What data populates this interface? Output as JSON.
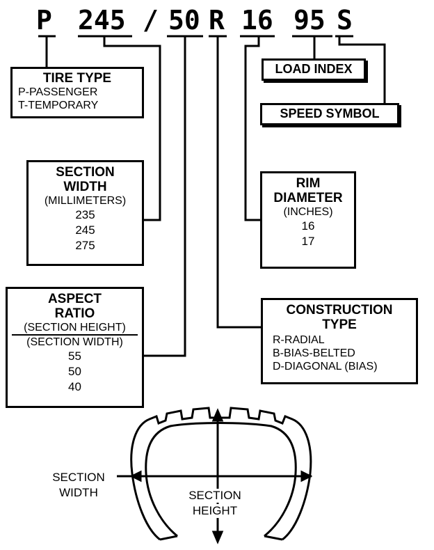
{
  "code": {
    "type": "P",
    "width": "245",
    "slash": "/",
    "aspect": "50",
    "construction": "R",
    "rim": "16",
    "load": "95",
    "speed": "S"
  },
  "tire_type": {
    "title": "TIRE TYPE",
    "lines": [
      "P-PASSENGER",
      "T-TEMPORARY"
    ]
  },
  "section_width": {
    "title1": "SECTION",
    "title2": "WIDTH",
    "unit": "(MILLIMETERS)",
    "values": [
      "235",
      "245",
      "275"
    ]
  },
  "aspect_ratio": {
    "title1": "ASPECT",
    "title2": "RATIO",
    "num": "(SECTION HEIGHT)",
    "den": "(SECTION WIDTH)",
    "values": [
      "55",
      "50",
      "40"
    ]
  },
  "rim_diameter": {
    "title1": "RIM",
    "title2": "DIAMETER",
    "unit": "(INCHES)",
    "values": [
      "16",
      "17"
    ]
  },
  "construction_type": {
    "title1": "CONSTRUCTION",
    "title2": "TYPE",
    "lines": [
      "R-RADIAL",
      "B-BIAS-BELTED",
      "D-DIAGONAL (BIAS)"
    ]
  },
  "load_index": "LOAD INDEX",
  "speed_symbol": "SPEED SYMBOL",
  "tire_diagram": {
    "section_width_1": "SECTION",
    "section_width_2": "WIDTH",
    "section_height_1": "SECTION",
    "section_height_2": "HEIGHT"
  }
}
